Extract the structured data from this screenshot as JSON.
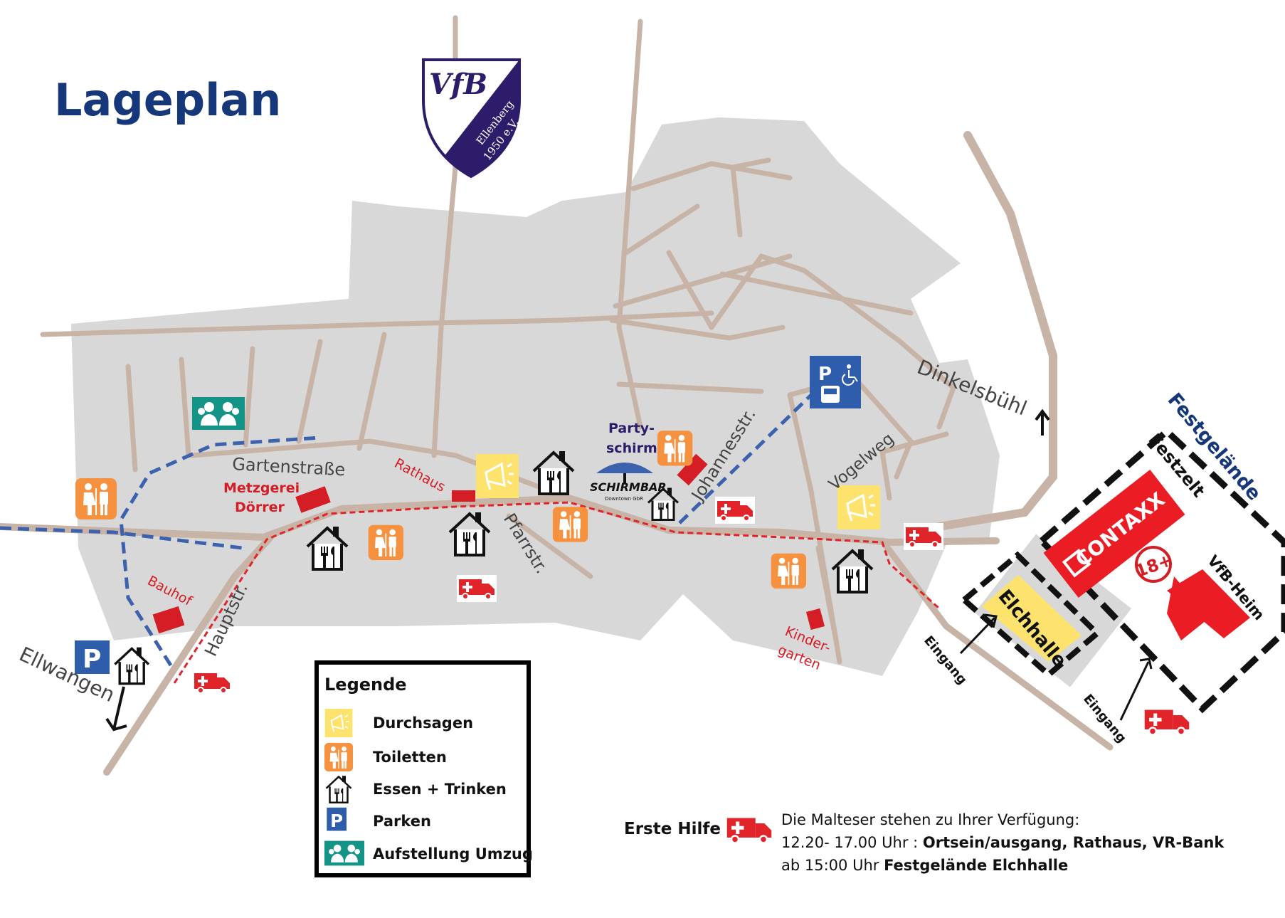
{
  "title": "Lageplan",
  "logo": {
    "initials": "VfB",
    "line1": "Ellenberg",
    "line2": "1950 e.V."
  },
  "streets": {
    "gartenstrasse": "Gartenstraße",
    "hauptstr": "Hauptstr.",
    "pfarrstr": "Pfarrstr.",
    "johannesstr": "Johannesstr.",
    "vogelweg": "Vogelweg",
    "ellwangen": "Ellwangen",
    "dinkelsbuehl": "Dinkelsbühl"
  },
  "places": {
    "metzgerei_line1": "Metzgerei",
    "metzgerei_line2": "Dörrer",
    "rathaus": "Rathaus",
    "bauhof": "Bauhof",
    "kindergarten_line1": "Kinder-",
    "kindergarten_line2": "garten",
    "partyschirm_line1": "Party-",
    "partyschirm_line2": "schirm",
    "schirmbar": "SCHIRMBAR",
    "schirmbar_sub": "Downtown GbR"
  },
  "festival": {
    "area_label": "Festgelände",
    "tent_label": "Festzelt",
    "sponsor": "CONTAXX",
    "age_badge": "18+",
    "vfb_heim": "VfB-Heim",
    "elchhalle": "Elchhalle",
    "entrance": "Eingang"
  },
  "parking_letter": "P",
  "legend": {
    "title": "Legende",
    "items": [
      {
        "label": "Durchsagen",
        "icon": "megaphone-icon"
      },
      {
        "label": "Toiletten",
        "icon": "toilet-icon"
      },
      {
        "label": "Essen + Trinken",
        "icon": "food-house-icon"
      },
      {
        "label": "Parken",
        "icon": "parking-icon"
      },
      {
        "label": "Aufstellung Umzug",
        "icon": "group-icon"
      }
    ]
  },
  "first_aid": {
    "label": "Erste Hilfe",
    "line1": "Die Malteser stehen zu Ihrer Verfügung:",
    "line2_prefix": "12.20- 17.00 Uhr : ",
    "line2_bold": "Ortsein/ausgang, Rathaus, VR-Bank",
    "line3_prefix": "ab 15:00 Uhr ",
    "line3_bold": "Festgelände Elchhalle"
  },
  "colors": {
    "navy": "#16387a",
    "town_gray": "#d8d8d8",
    "road": "#c7b4a6",
    "route_red": "#e0242a",
    "route_blue": "#3c62ad",
    "announcement_yellow": "#fde36d",
    "toilet_orange": "#f5913f",
    "parking_blue": "#2e5eab",
    "teal": "#149487",
    "logo_purple": "#2c1c6a"
  }
}
